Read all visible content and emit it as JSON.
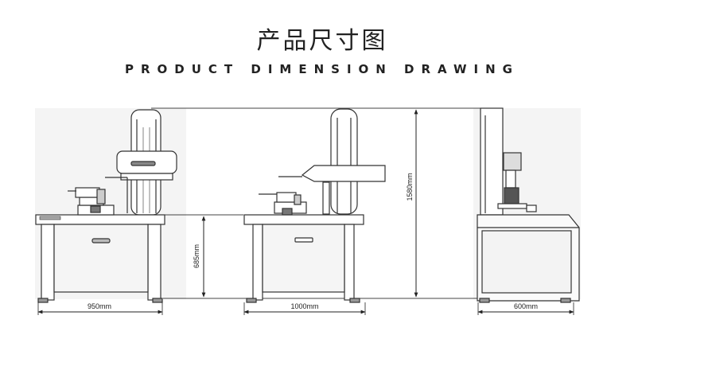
{
  "title_cn": "产品尺寸图",
  "title_en": "PRODUCT DIMENSION DRAWING",
  "dimensions": {
    "width_left": "950mm",
    "width_middle": "1000mm",
    "width_right": "600mm",
    "table_height": "685mm",
    "total_height": "1580mm"
  }
}
